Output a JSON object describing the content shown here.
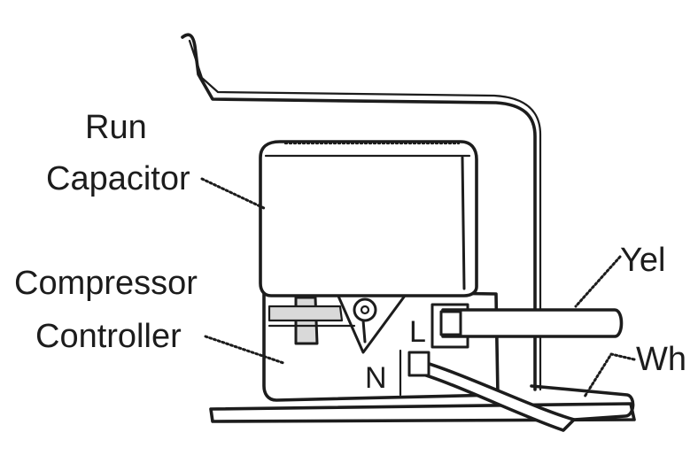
{
  "labels": {
    "run_capacitor_line1": "Run",
    "run_capacitor_line2": "Capacitor",
    "compressor_controller_line1": "Compressor",
    "compressor_controller_line2": "Controller",
    "yellow_wire": "Yel",
    "white_wire": "Wh"
  },
  "terminals": {
    "line": "L",
    "neutral": "N"
  }
}
